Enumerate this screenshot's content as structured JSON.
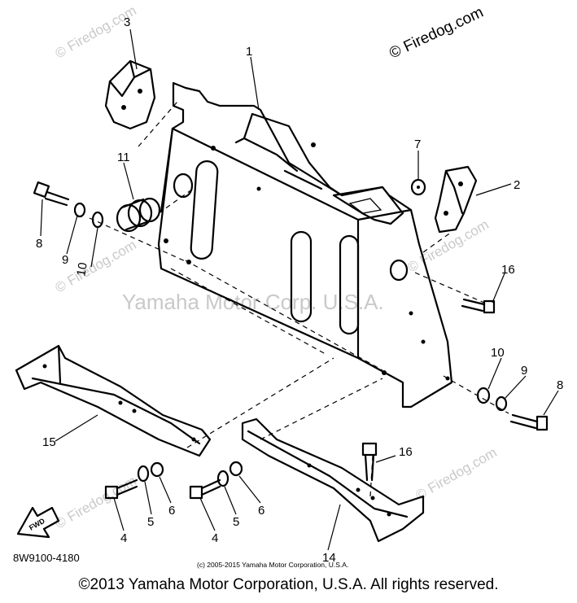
{
  "watermarks": {
    "site": "© Firedog.com",
    "company": "Yamaha Motor Corp. U.S.A."
  },
  "callouts": [
    "1",
    "2",
    "3",
    "4",
    "4",
    "5",
    "5",
    "6",
    "6",
    "7",
    "8",
    "8",
    "9",
    "9",
    "10",
    "10",
    "11",
    "14",
    "15",
    "16",
    "16"
  ],
  "fwd_label": "FWD",
  "part_number": "8W9100-4180",
  "small_copyright": "(c) 2005-2015 Yamaha Motor Corporation, U.S.A.",
  "footer_copyright": "©2013 Yamaha Motor Corporation, U.S.A. All rights reserved.",
  "colors": {
    "ink": "#000000",
    "watermark": "#c9c9c9",
    "background": "#ffffff"
  }
}
